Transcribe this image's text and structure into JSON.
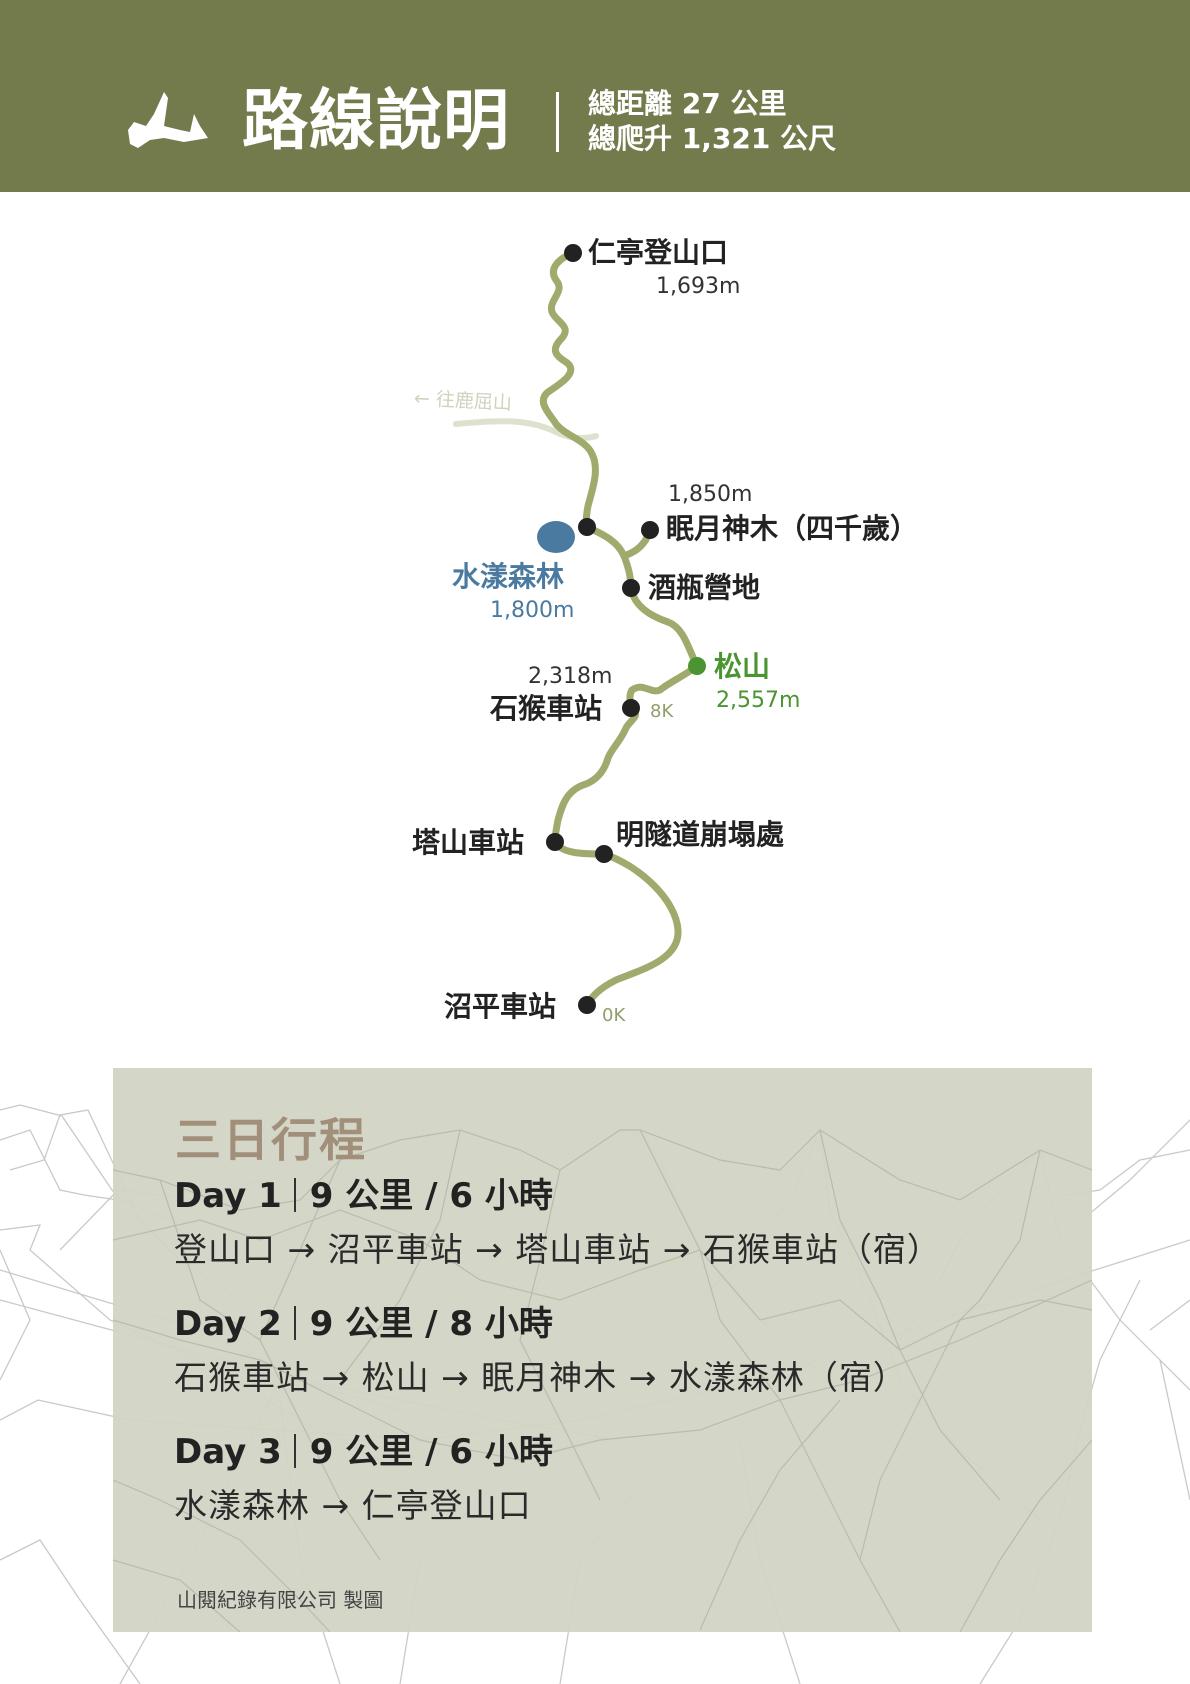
{
  "header": {
    "title": "路線說明",
    "distance": "總距離 27 公里",
    "climb": "總爬升 1,321 公尺",
    "logo_icon": "mountain-brush-icon",
    "background_color": "#737b4c"
  },
  "map": {
    "trail_color": "#9eab6c",
    "side_trail_label": "← 往鹿屈山",
    "points": [
      {
        "name": "仁亭登山口",
        "elevation": "1,693m"
      },
      {
        "name": "眠月神木（四千歲）",
        "elevation": "1,850m"
      },
      {
        "name": "水漾森林",
        "elevation": "1,800m",
        "color": "#4a7aa0"
      },
      {
        "name": "酒瓶營地"
      },
      {
        "name": "松山",
        "elevation": "2,557m",
        "color": "#4a9431"
      },
      {
        "name": "石猴車站",
        "elevation": "2,318m",
        "km": "8K"
      },
      {
        "name": "塔山車站"
      },
      {
        "name": "明隧道崩塌處"
      },
      {
        "name": "沼平車站",
        "km": "0K"
      }
    ]
  },
  "itinerary": {
    "title": "三日行程",
    "days": [
      {
        "day": "Day 1",
        "stats": "9 公里 / 6 小時",
        "route": "登山口 → 沼平車站 → 塔山車站 → 石猴車站（宿）"
      },
      {
        "day": "Day 2",
        "stats": "9 公里 / 8 小時",
        "route": "石猴車站 → 松山 → 眠月神木 → 水漾森林（宿）"
      },
      {
        "day": "Day 3",
        "stats": "9 公里 / 6 小時",
        "route": "水漾森林 → 仁亭登山口"
      }
    ],
    "credit": "山閱紀錄有限公司 製圖"
  }
}
